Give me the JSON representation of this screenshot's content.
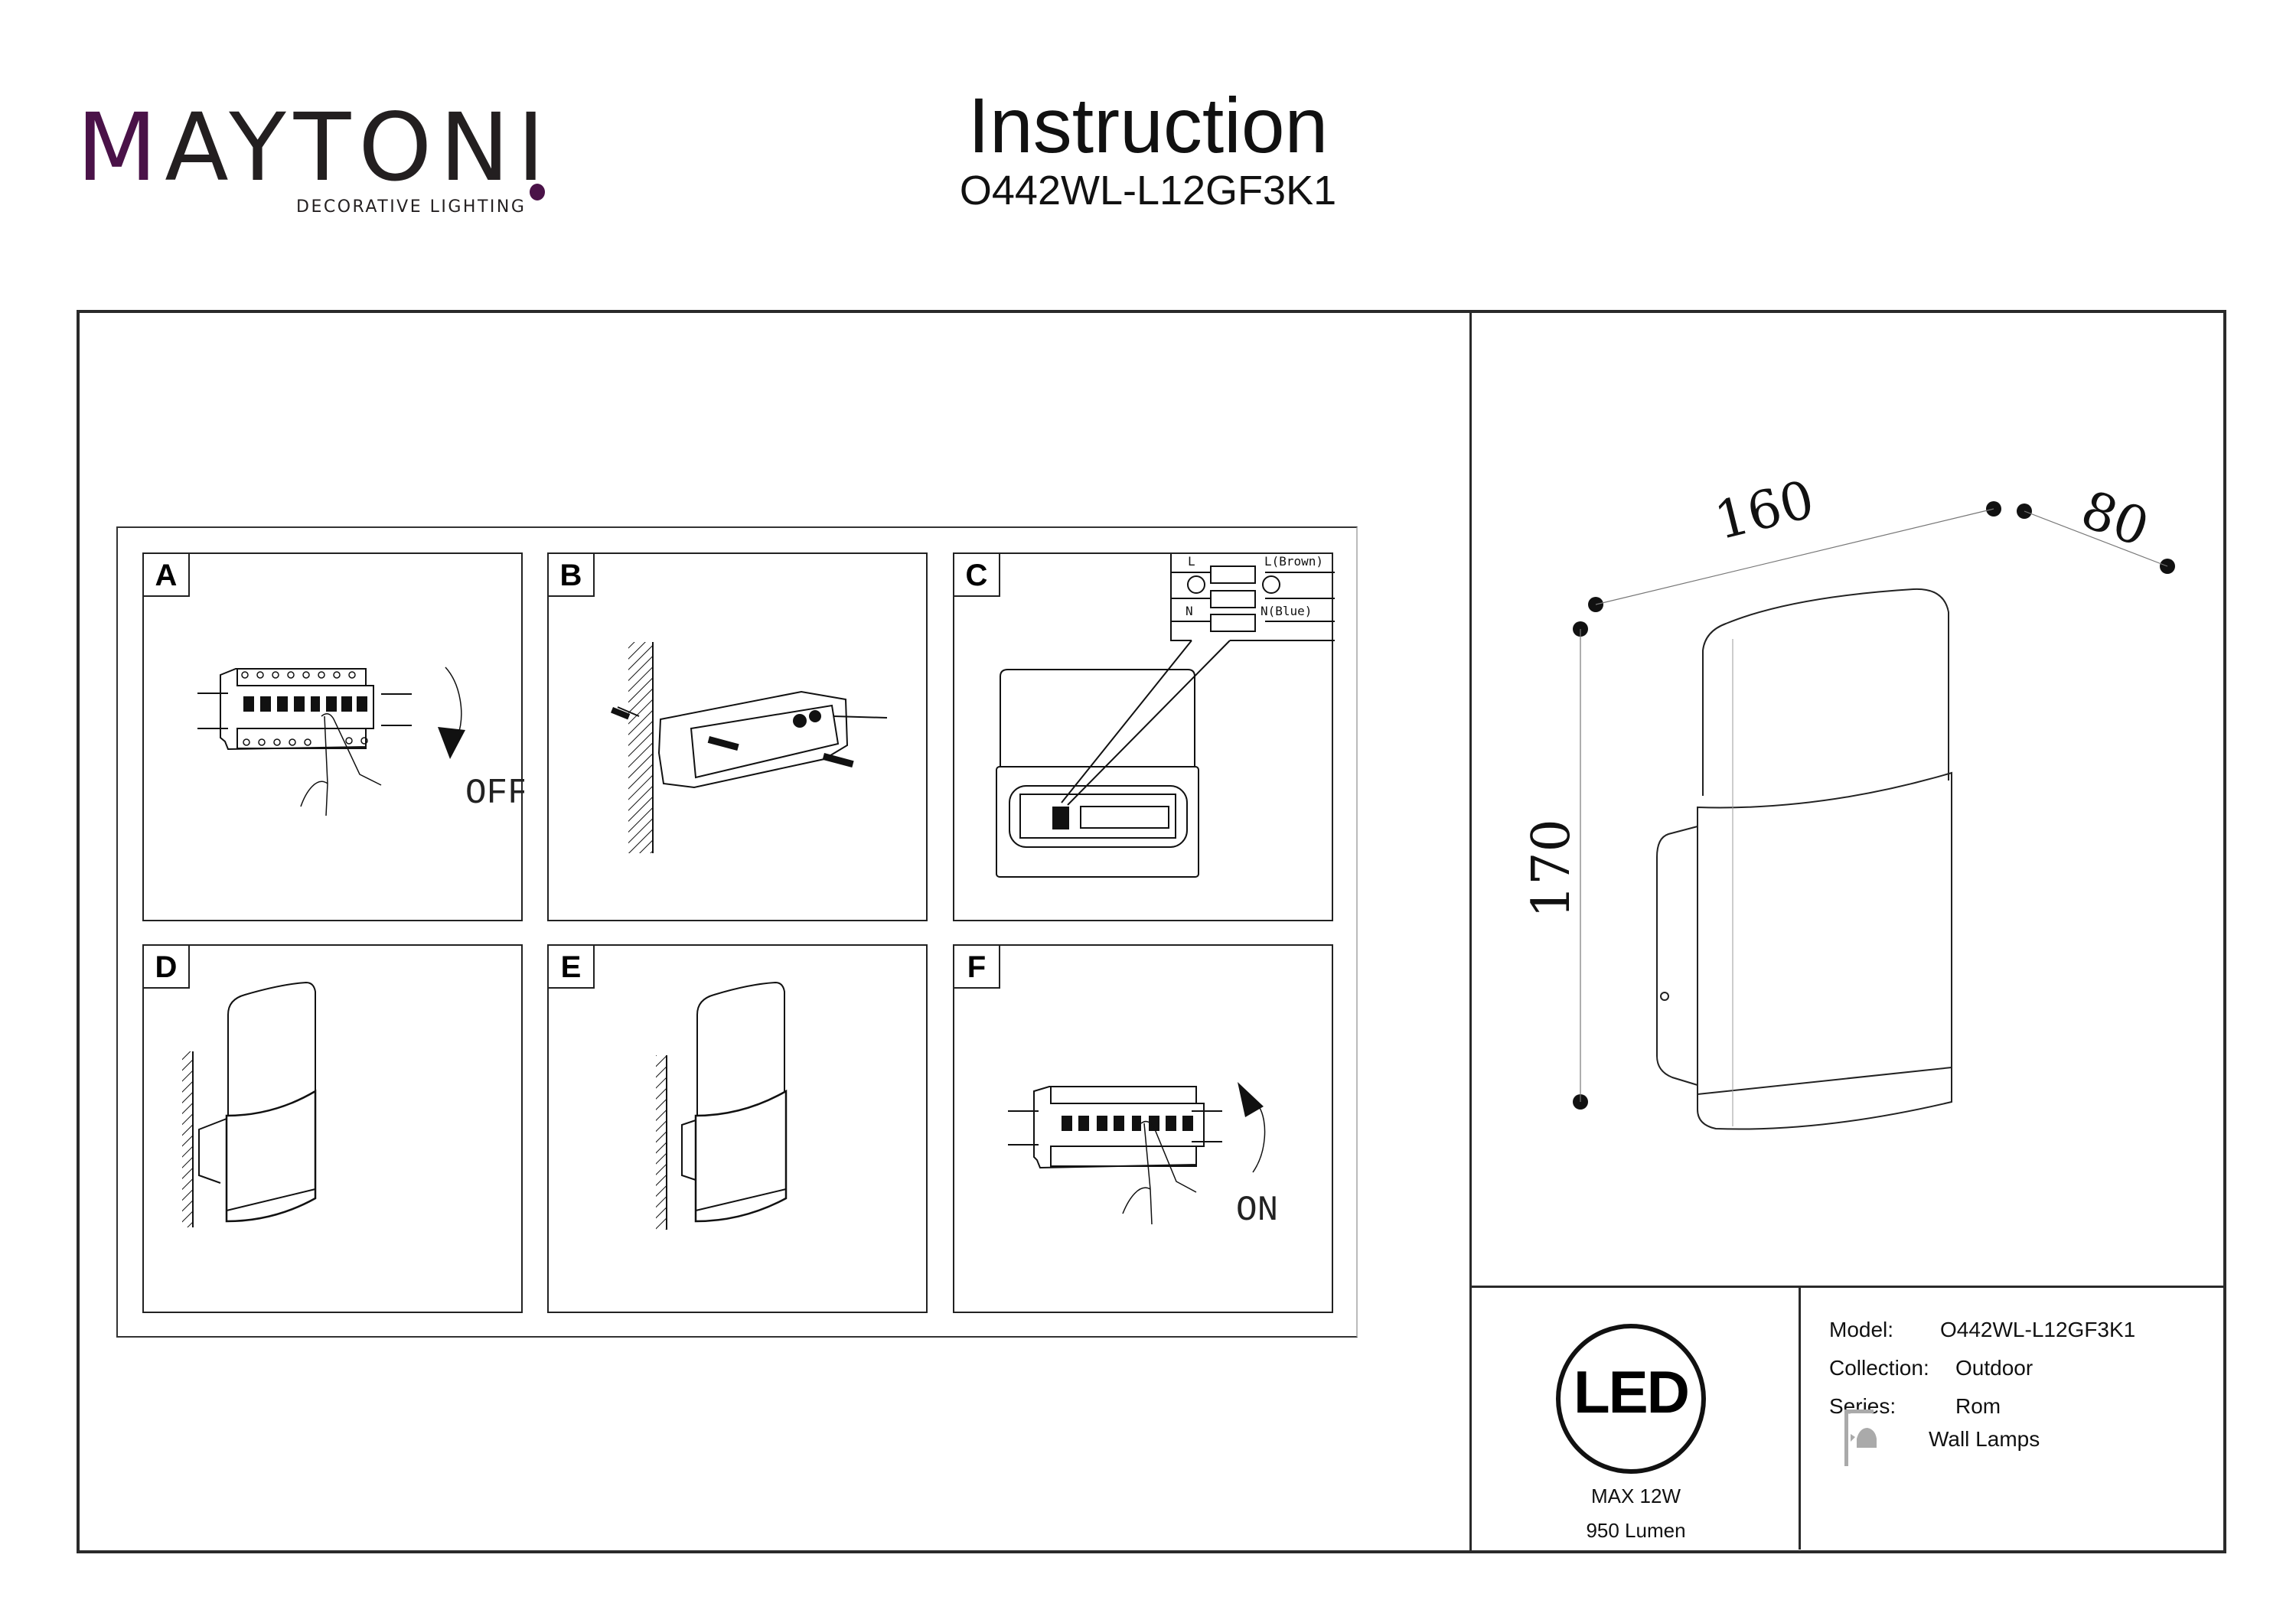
{
  "header": {
    "brand": "MAYTONI",
    "brand_tagline": "DECORATIVE LIGHTING",
    "title": "Instruction",
    "model_code": "O442WL-L12GF3K1",
    "brand_accent_color": "#4a1248"
  },
  "steps": [
    {
      "label": "A",
      "caption": "OFF",
      "description": "switch-off-breaker"
    },
    {
      "label": "B",
      "caption": "",
      "description": "mount-bracket-to-wall"
    },
    {
      "label": "C",
      "caption": "",
      "description": "connect-wires",
      "wiring": {
        "left_labels": [
          "L",
          "N"
        ],
        "right_labels": [
          "L(Brown)",
          "N(Blue)"
        ]
      }
    },
    {
      "label": "D",
      "caption": "",
      "description": "attach-lamp-to-bracket"
    },
    {
      "label": "E",
      "caption": "",
      "description": "lamp-installed"
    },
    {
      "label": "F",
      "caption": "ON",
      "description": "switch-on-breaker"
    }
  ],
  "dimensions": {
    "width": "160",
    "depth": "80",
    "height": "170"
  },
  "specs": {
    "led_badge": "LED",
    "max_power": "MAX 12W",
    "luminous_flux": "950 Lumen",
    "rows": [
      {
        "key": "Model:",
        "value": "O442WL-L12GF3K1"
      },
      {
        "key": "Collection:",
        "value": "Outdoor"
      },
      {
        "key": "Series:",
        "value": "Rom"
      }
    ],
    "category_icon": "wall-lamp-icon",
    "category": "Wall Lamps"
  }
}
